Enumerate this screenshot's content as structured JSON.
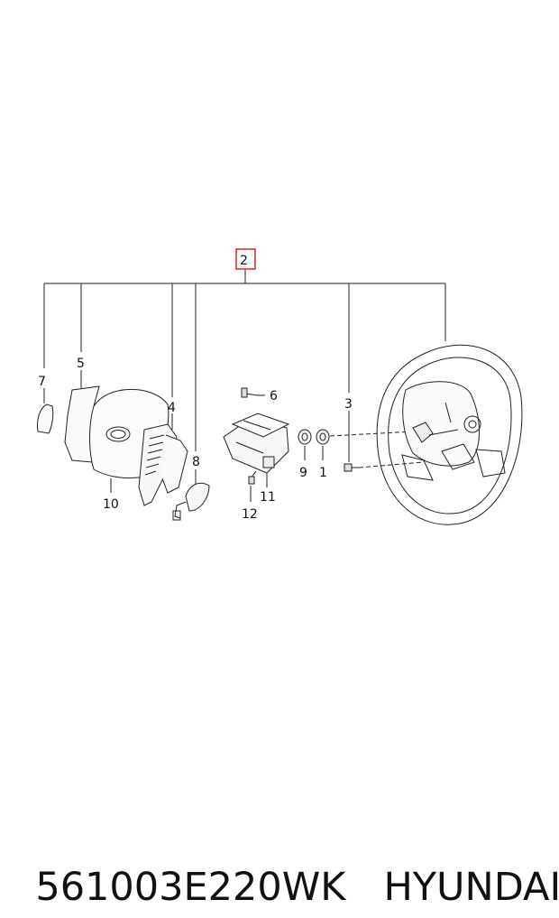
{
  "diagram": {
    "callouts": {
      "c1": "1",
      "c2": "2",
      "c3": "3",
      "c4": "4",
      "c5": "5",
      "c6": "6",
      "c7": "7",
      "c8": "8",
      "c9": "9",
      "c10": "10",
      "c11": "11",
      "c12": "12"
    },
    "colors": {
      "line": "#222222",
      "highlight_box": "#e02020"
    }
  },
  "footer": {
    "part_number": "561003E220WK",
    "brand": "HYUNDAI"
  }
}
